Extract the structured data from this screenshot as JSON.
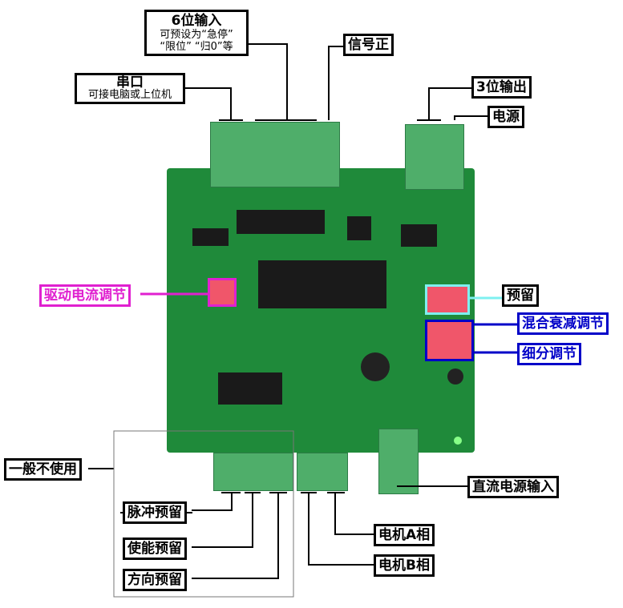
{
  "labels": {
    "input6_title": "6位输入",
    "input6_sub1": "可预设为“急停”",
    "input6_sub2": "“限位” “归0”等",
    "serial_title": "串口",
    "serial_sub": "可接电脑或上位机",
    "signal_pos": "信号正",
    "output3": "3位输出",
    "power": "电源",
    "drive_current": "驱动电流调节",
    "reserved": "预留",
    "mixed_decay": "混合衰减调节",
    "microstep": "细分调节",
    "not_used": "一般不使用",
    "pulse_reserved": "脉冲预留",
    "enable_reserved": "使能预留",
    "direction_reserved": "方向预留",
    "dc_power_input": "直流电源输入",
    "motor_a": "电机A相",
    "motor_b": "电机B相"
  },
  "colors": {
    "board": "#1f8a3a",
    "blue": "#0000c8",
    "magenta": "#e020d0",
    "cyan": "#7ff0f0"
  }
}
